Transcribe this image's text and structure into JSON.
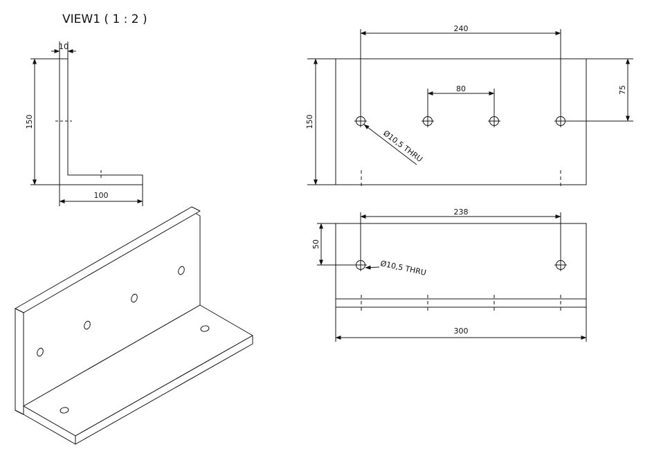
{
  "view_title": "VIEW1 ( 1 : 2 )",
  "dimensions": {
    "side_thickness": "10",
    "side_height": "150",
    "side_leg": "100",
    "front_height": "150",
    "front_hole_span": "240",
    "front_inner_span": "80",
    "front_hole_offset": "75",
    "front_hole_callout": "Ø10,5 THRU",
    "top_hole_span": "238",
    "top_hole_offset": "50",
    "top_hole_callout": "Ø10,5 THRU",
    "top_length": "300"
  },
  "colors": {
    "line": "#111111",
    "face": "#ffffff"
  }
}
